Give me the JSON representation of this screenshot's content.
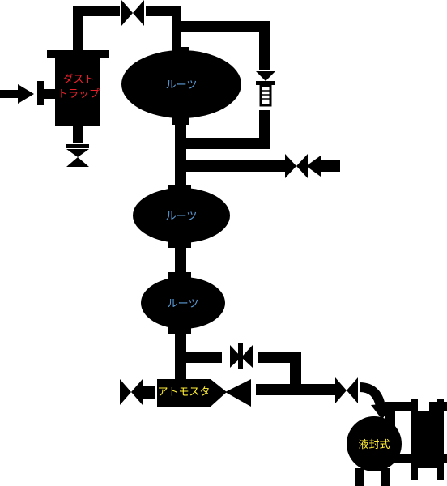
{
  "colors": {
    "background": "#ffffff",
    "pipe": "#000000",
    "label_blue": "#5b9bd5",
    "label_red": "#e8202a",
    "label_yellow": "#ffee33"
  },
  "labels": {
    "dust_trap_line1": "ダスト",
    "dust_trap_line2": "トラップ",
    "roots_1": "ルーツ",
    "roots_2": "ルーツ",
    "roots_3": "ルーツ",
    "atmostat": "アトモスタ",
    "liquid_seal": "液封式"
  },
  "icons": {
    "inlet_arrow_left": "arrow-right-icon",
    "inlet_arrow_right": "arrow-left-icon",
    "valves": "gate-valve-icon",
    "relief_valve": "spring-relief-valve-icon",
    "pump_arrow": "curved-arrow-icon"
  }
}
